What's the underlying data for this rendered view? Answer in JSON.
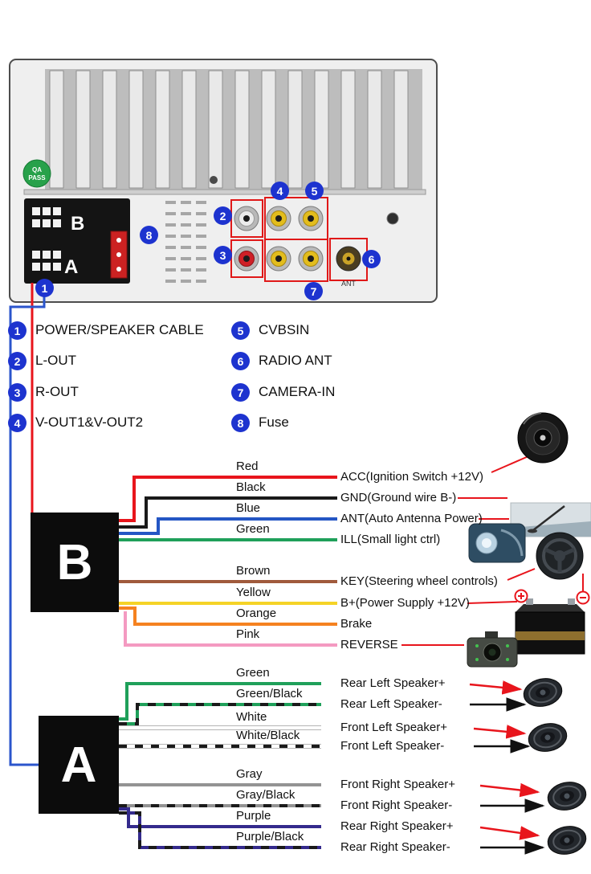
{
  "palette": {
    "accent_blue": "#1d33cf",
    "highlight_red": "#e8151c"
  },
  "unit": {
    "badge_line1": "QA",
    "badge_line2": "PASS",
    "b_label": "B",
    "a_label": "A",
    "ant_label": "ANT"
  },
  "legend": {
    "items": [
      {
        "num": "1",
        "label": "POWER/SPEAKER CABLE"
      },
      {
        "num": "2",
        "label": "L-OUT"
      },
      {
        "num": "3",
        "label": "R-OUT"
      },
      {
        "num": "4",
        "label": "V-OUT1&V-OUT2"
      },
      {
        "num": "5",
        "label": "CVBSIN"
      },
      {
        "num": "6",
        "label": "RADIO ANT"
      },
      {
        "num": "7",
        "label": "CAMERA-IN"
      },
      {
        "num": "8",
        "label": "Fuse"
      }
    ]
  },
  "connector_b": {
    "label": "B",
    "wires": [
      {
        "color": "Red",
        "hex": "#e8151c",
        "function": "ACC(Ignition Switch +12V)"
      },
      {
        "color": "Black",
        "hex": "#1a1a1a",
        "function": "GND(Ground wire B-)"
      },
      {
        "color": "Blue",
        "hex": "#2456c4",
        "function": "ANT(Auto Antenna Power)"
      },
      {
        "color": "Green",
        "hex": "#1fa05a",
        "function": "ILL(Small light ctrl)"
      },
      {
        "color": "Brown",
        "hex": "#a05a3c",
        "function": "KEY(Steering wheel controls)"
      },
      {
        "color": "Yellow",
        "hex": "#f5d327",
        "function": "B+(Power Supply +12V)"
      },
      {
        "color": "Orange",
        "hex": "#f58220",
        "function": "Brake"
      },
      {
        "color": "Pink",
        "hex": "#f49ac1",
        "function": "REVERSE"
      }
    ]
  },
  "connector_a": {
    "label": "A",
    "wires": [
      {
        "color": "Green",
        "hex": "#1fa05a",
        "function": "Rear Left Speaker+"
      },
      {
        "color": "Green/Black",
        "hex": "#1fa05a",
        "hex2": "#1a1a1a",
        "function": "Rear Left Speaker-"
      },
      {
        "color": "White",
        "hex": "#ffffff",
        "function": "Front Left Speaker+"
      },
      {
        "color": "White/Black",
        "hex": "#ffffff",
        "hex2": "#1a1a1a",
        "function": "Front Left Speaker-"
      },
      {
        "color": "Gray",
        "hex": "#939393",
        "function": "Front Right Speaker+"
      },
      {
        "color": "Gray/Black",
        "hex": "#939393",
        "hex2": "#1a1a1a",
        "function": "Front Right Speaker-"
      },
      {
        "color": "Purple",
        "hex": "#342a8c",
        "function": "Rear Right Speaker+"
      },
      {
        "color": "Purple/Black",
        "hex": "#342a8c",
        "hex2": "#1a1a1a",
        "function": "Rear Right Speaker-"
      }
    ]
  }
}
